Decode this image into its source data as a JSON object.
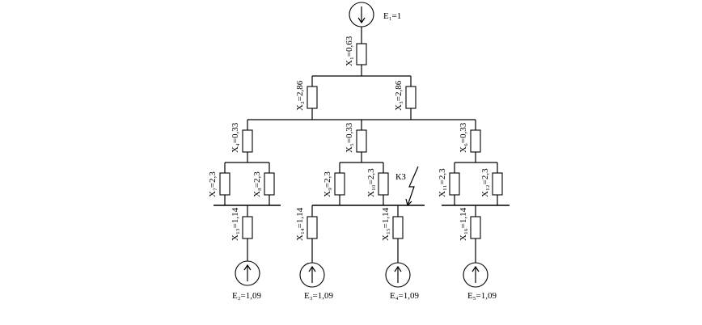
{
  "sources": {
    "e1": "E₁=1",
    "e2": "E₂=1,09",
    "e3": "E₃=1,09",
    "e4": "E₄=1,09",
    "e5": "E₅=1,09"
  },
  "reactances": {
    "x1": "X₁=0,63",
    "x2": "X₂=2,86",
    "x3": "X₃=2,86",
    "x4": "X₄=0,33",
    "x5": "X₅=0,33",
    "x6": "X₆=0,33",
    "x7": "X₇=2,3",
    "x8": "X₈=2,3",
    "x9": "X₉=2,3",
    "x10": "X₁₀=2,3",
    "x11": "X₁₁=2,3",
    "x12": "X₁₂=2,3",
    "x13": "X₁₃=1,14",
    "x14": "X₁₄=1,14",
    "x15": "X₁₅=1,14",
    "x16": "X₁₆=1,14"
  },
  "fault": {
    "label": "КЗ"
  }
}
